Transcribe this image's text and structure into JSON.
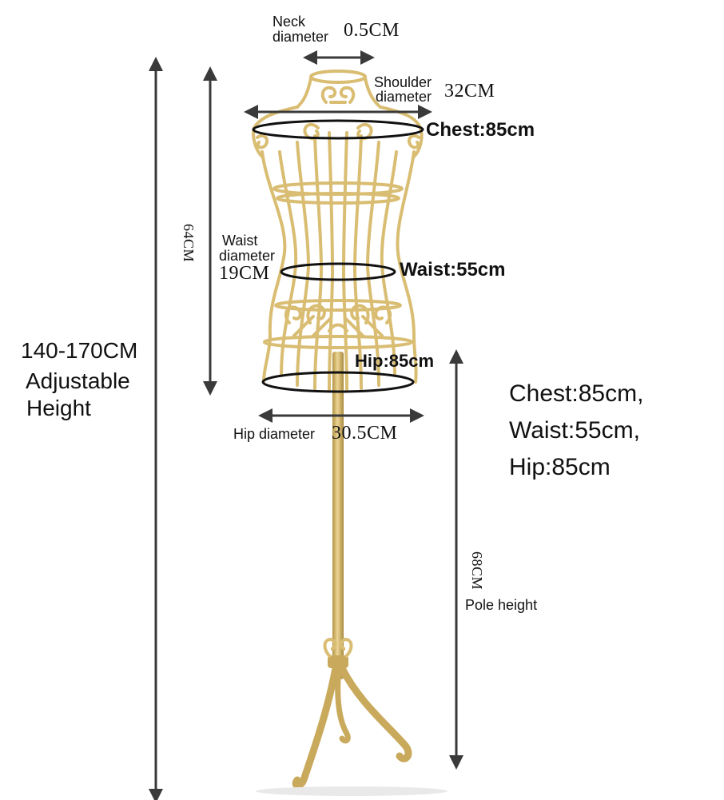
{
  "labels": {
    "neck_title": "Neck",
    "neck_sub": "diameter",
    "neck_value": "0.5CM",
    "shoulder_title": "Shoulder",
    "shoulder_sub": "diameter",
    "shoulder_value": "32CM",
    "chest_ring": "Chest:85cm",
    "torso_height": "64CM",
    "waist_title": "Waist",
    "waist_sub": "diameter",
    "waist_value": "19CM",
    "waist_ring": "Waist:55cm",
    "hip_ring": "Hip:85cm",
    "hip_diameter_label": "Hip diameter",
    "hip_diameter_value": "30.5CM",
    "total_height": "140-170CM",
    "adjustable": "Adjustable",
    "height_word": "Height",
    "pole_height_value": "68CM",
    "pole_height_label": "Pole height"
  },
  "summary": {
    "line1": "Chest:85cm,",
    "line2": "Waist:55cm,",
    "line3": "Hip:85cm"
  },
  "colors": {
    "background": "#ffffff",
    "arrows": "#3a3a3a",
    "gold_frame": "#d9bd72",
    "gold_dark": "#b39443",
    "ring_outline": "#111111",
    "text": "#111111"
  }
}
